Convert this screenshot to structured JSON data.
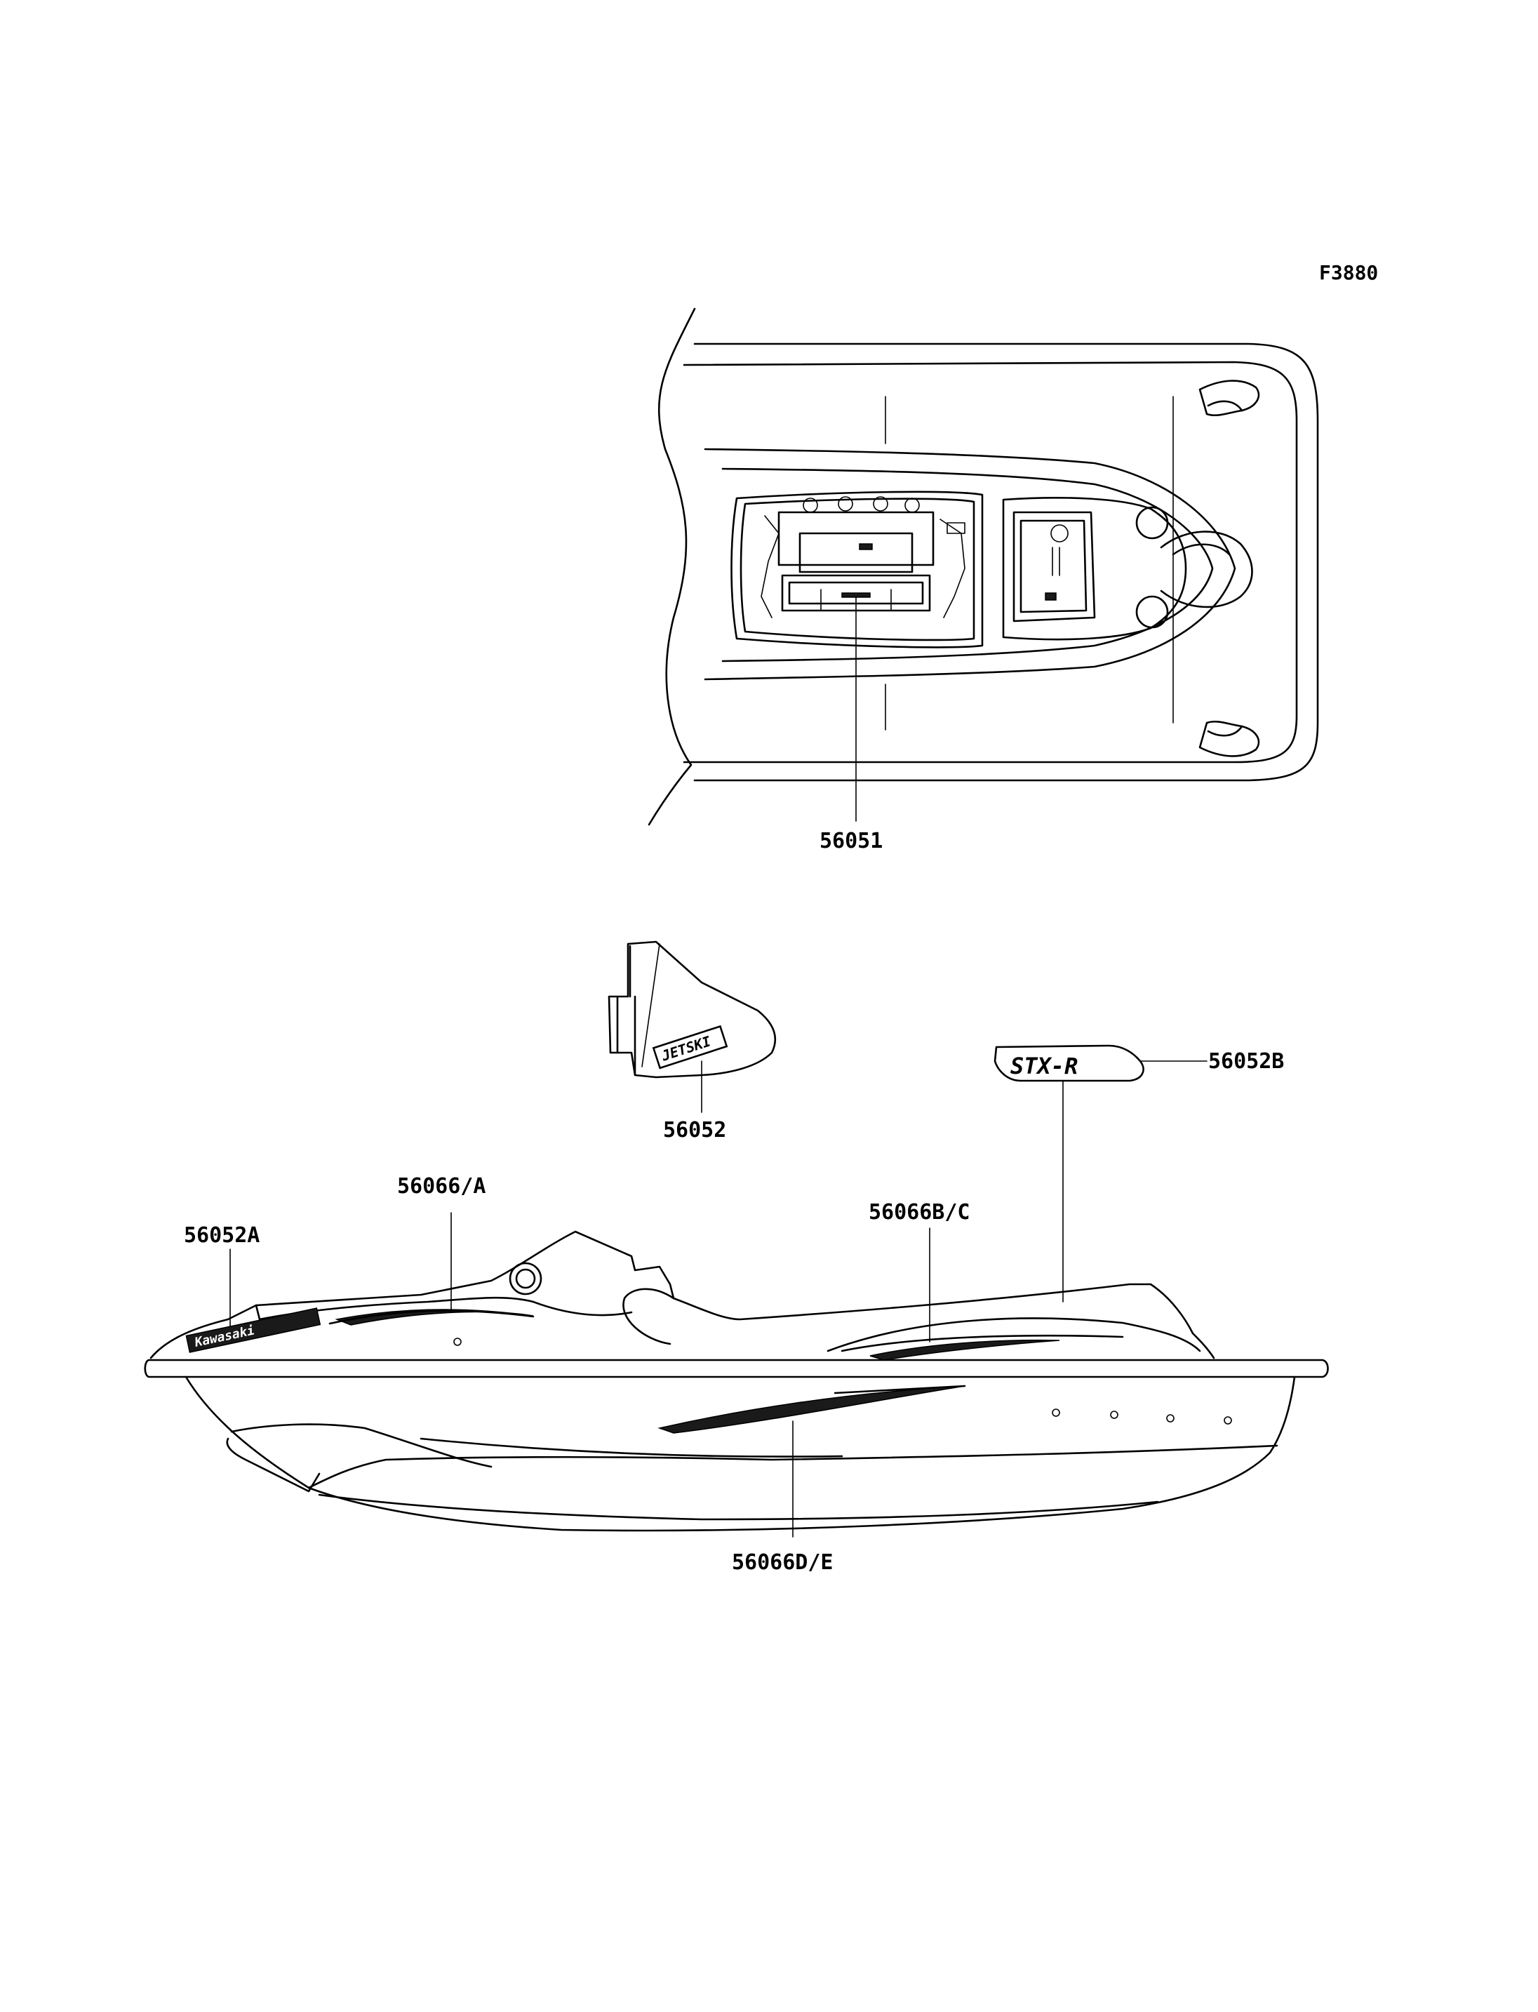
{
  "figure_code": "F3880",
  "callouts": {
    "p56051": "56051",
    "p56052": "56052",
    "p56052B": "56052B",
    "p56066A": "56066/A",
    "p56052A": "56052A",
    "p56066BC": "56066B/C",
    "p56066DE": "56066D/E"
  },
  "logos": {
    "jetski": "JETSKI",
    "stxr": "STX-R",
    "kawasaki": "Kawasaki"
  }
}
